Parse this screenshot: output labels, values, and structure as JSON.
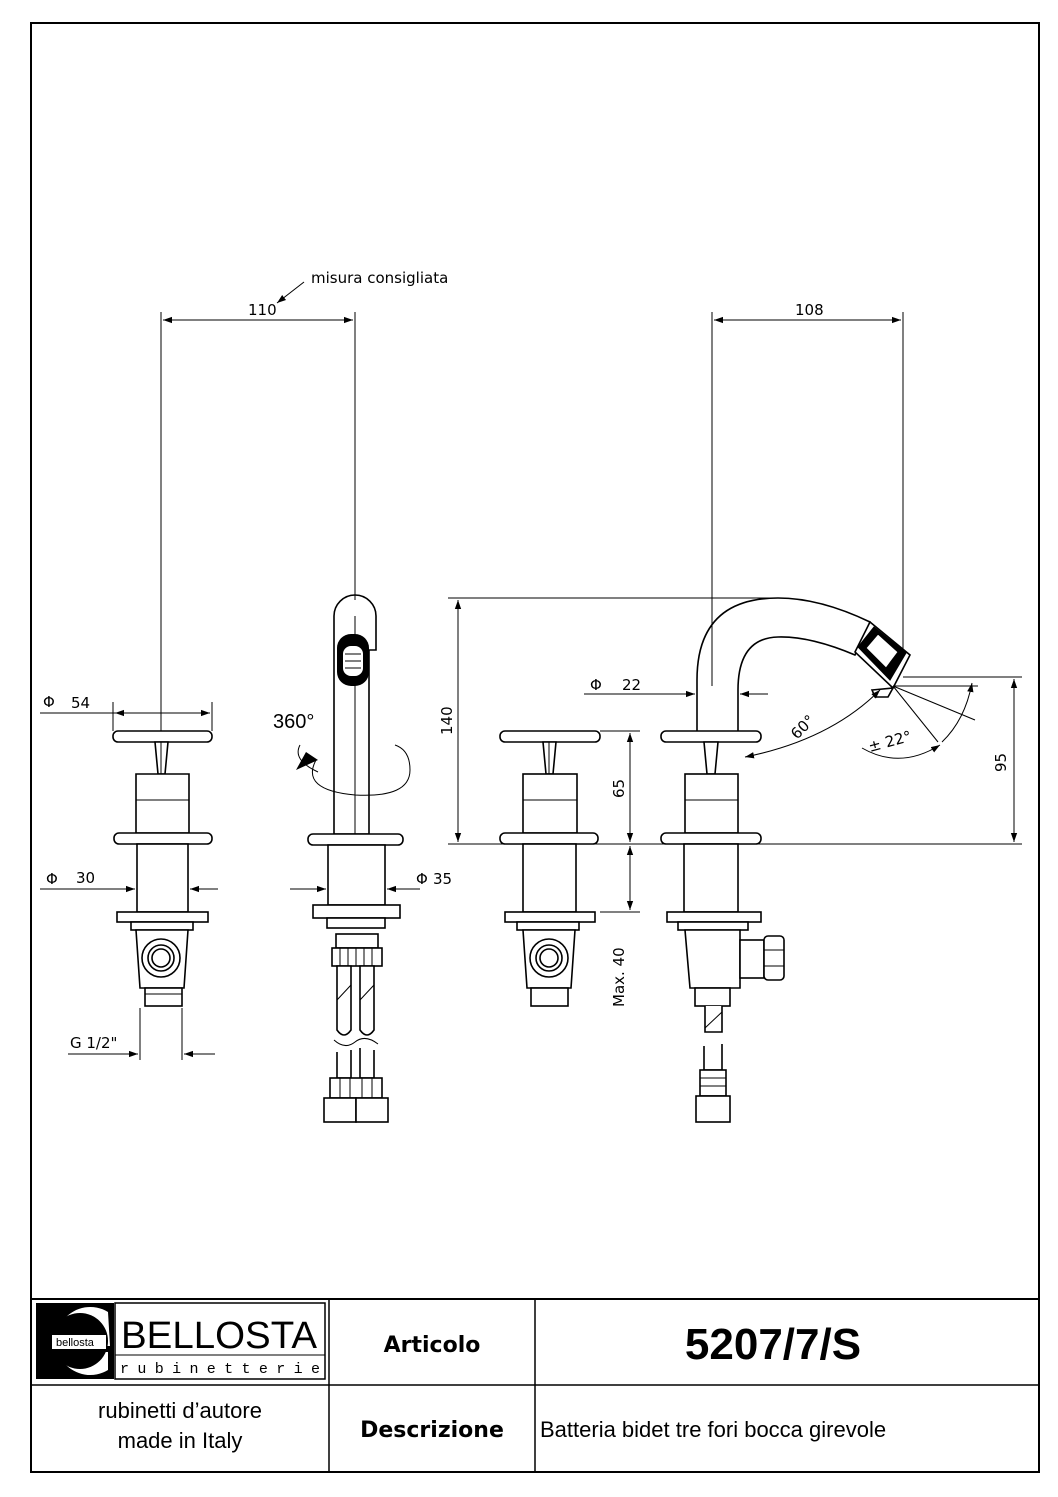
{
  "dimensions": {
    "note": "misura consigliata",
    "left_spacing": "110",
    "right_spacing": "108",
    "handle_diameter": "54",
    "body_diameter": "30",
    "thread": "G 1/2\"",
    "rotation": "360°",
    "spout_base_diameter": "35",
    "total_height": "140",
    "handle_height": "65",
    "max_thickness": "Max. 40",
    "spout_diameter": "22",
    "spout_angle": "60°",
    "nozzle_angle": "± 22°",
    "spout_height": "95",
    "diameter_symbol": "Φ"
  },
  "title_block": {
    "brand_name": "BELLOSTA",
    "brand_sub": "rubinetterie",
    "logo_text": "bellosta",
    "motto_line1": "rubinetti d’autore",
    "motto_line2": "made in Italy",
    "articolo_label": "Articolo",
    "articolo_value": "5207/7/S",
    "descrizione_label": "Descrizione",
    "descrizione_value": "Batteria bidet tre fori bocca girevole"
  }
}
